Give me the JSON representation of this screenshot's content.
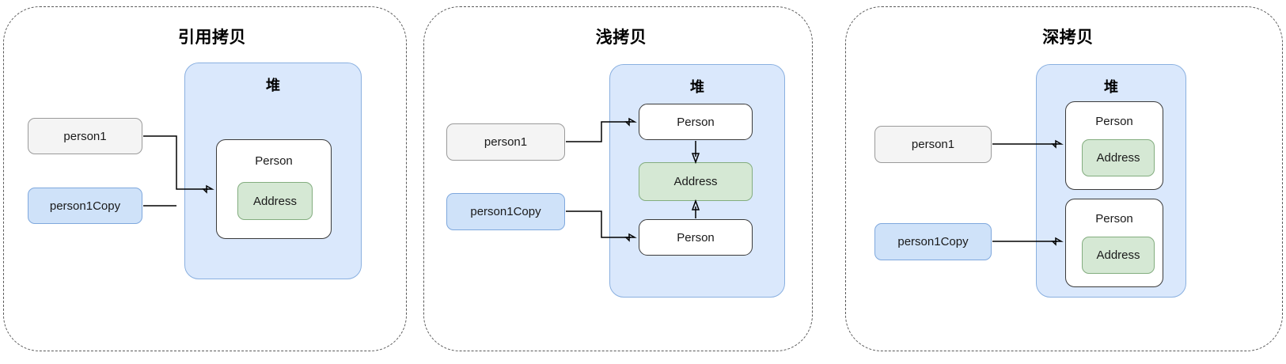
{
  "diagram": {
    "heap_label": "堆",
    "variables": {
      "original": "person1",
      "copy": "person1Copy"
    },
    "object_labels": {
      "person": "Person",
      "address": "Address"
    },
    "colors": {
      "heap_fill": "#dae8fc",
      "heap_border": "#8ab0e0",
      "var_original_fill": "#f4f4f4",
      "var_original_border": "#9a9a9a",
      "var_copy_fill": "#cfe2f9",
      "var_copy_border": "#7fa8dd",
      "person_fill": "#ffffff",
      "person_border": "#3a3a3a",
      "address_fill": "#d5e8d4",
      "address_border": "#83ad7f",
      "panel_border": "#5a5a5a",
      "arrow": "#000000"
    }
  },
  "panels": [
    {
      "id": "reference-copy",
      "title": "引用拷贝",
      "heap_label": "堆",
      "variables": [
        "person1",
        "person1Copy"
      ],
      "objects": [
        {
          "type": "person",
          "label": "Person",
          "children": [
            {
              "type": "address",
              "label": "Address"
            }
          ]
        }
      ],
      "description": "both variables reference one shared Person object containing one Address"
    },
    {
      "id": "shallow-copy",
      "title": "浅拷贝",
      "heap_label": "堆",
      "variables": [
        "person1",
        "person1Copy"
      ],
      "objects": [
        {
          "type": "person",
          "label": "Person"
        },
        {
          "type": "address",
          "label": "Address"
        },
        {
          "type": "person",
          "label": "Person"
        }
      ],
      "description": "two separate Person objects both referencing a single shared Address"
    },
    {
      "id": "deep-copy",
      "title": "深拷贝",
      "heap_label": "堆",
      "variables": [
        "person1",
        "person1Copy"
      ],
      "objects": [
        {
          "type": "person",
          "label": "Person",
          "children": [
            {
              "type": "address",
              "label": "Address"
            }
          ]
        },
        {
          "type": "person",
          "label": "Person",
          "children": [
            {
              "type": "address",
              "label": "Address"
            }
          ]
        }
      ],
      "description": "two fully independent Person objects each owning its own Address"
    }
  ]
}
